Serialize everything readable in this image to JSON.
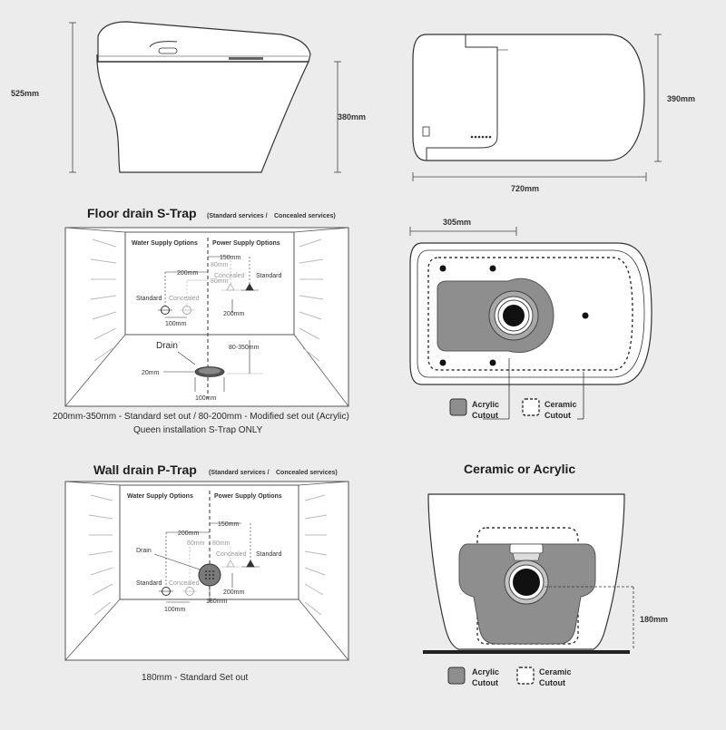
{
  "dimensions": {
    "height_total": "525mm",
    "height_seat": "380mm",
    "depth": "390mm",
    "length": "720mm",
    "offset_305": "305mm",
    "offset_180": "180mm"
  },
  "floor_section": {
    "title": "Floor drain S-Trap",
    "subtitle_standard": "(Standard services / ",
    "subtitle_concealed": "Concealed services)",
    "water_label": "Water Supply Options",
    "power_label": "Power Supply Options",
    "d150": "150mm",
    "d200a": "200mm",
    "d80a": "80mm",
    "d80b": "80mm",
    "d200b": "200mm",
    "d100a": "100mm",
    "d80_350": "80-350mm",
    "d20": "20mm",
    "d100b": "100mm",
    "standard_left": "Standard",
    "concealed_left": "Concealed",
    "standard_right": "Standard",
    "concealed_right": "Concealed",
    "drain": "Drain",
    "caption_line1": "200mm-350mm - Standard set out / 80-200mm - Modified set out (Acrylic)",
    "caption_line2": "Queen installation S-Trap ONLY"
  },
  "wall_section": {
    "title": "Wall drain P-Trap",
    "subtitle_standard": "(Standard services / ",
    "subtitle_concealed": "Concealed services)",
    "water_label": "Water Supply Options",
    "power_label": "Power Supply Options",
    "d150": "150mm",
    "d200a": "200mm",
    "d80a": "80mm",
    "d80b": "80mm",
    "d200b": "200mm",
    "d180": "180mm",
    "d100": "100mm",
    "standard_left": "Standard",
    "concealed_left": "Concealed",
    "standard_right": "Standard",
    "concealed_right": "Concealed",
    "drain": "Drain",
    "caption": "180mm - Standard Set out"
  },
  "ceramic_section": {
    "title": "Ceramic or Acrylic"
  },
  "legend": {
    "acrylic_1": "Acrylic",
    "acrylic_2": "Cutout",
    "ceramic_1": "Ceramic",
    "ceramic_2": "Cutout"
  },
  "colors": {
    "background": "#ececec",
    "cutout_fill": "#8e8e8e",
    "line": "#3a3a3a",
    "pale_line": "#b5b5b5"
  }
}
